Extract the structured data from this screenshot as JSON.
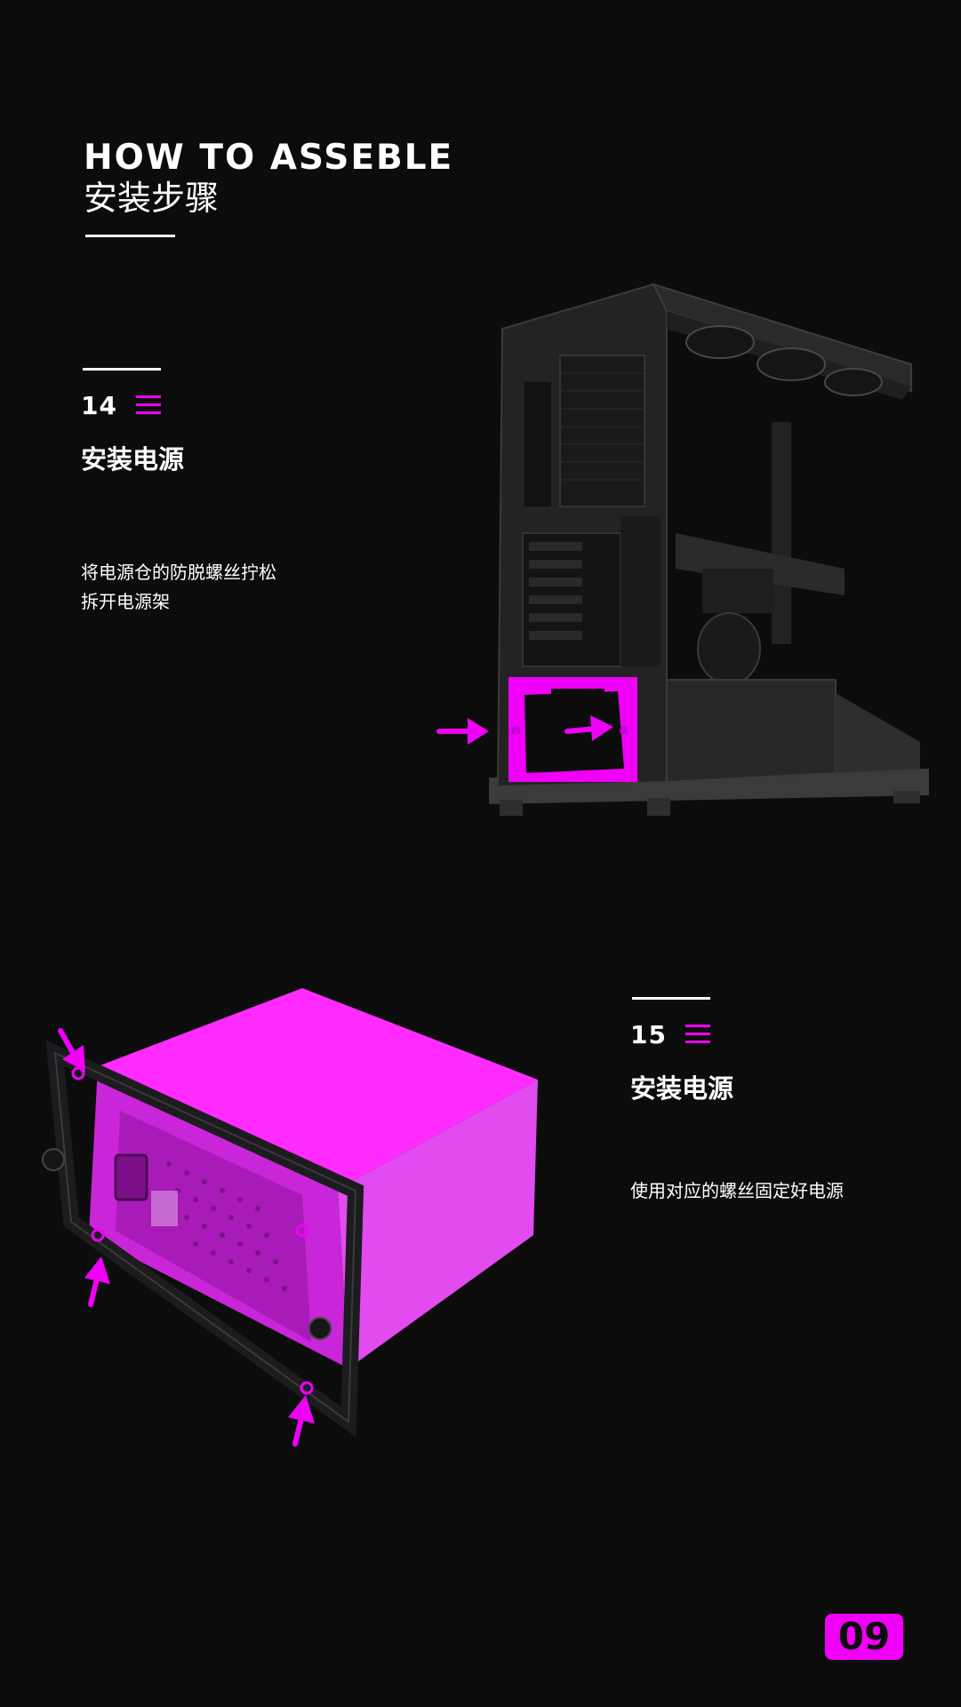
{
  "header": {
    "title_en": "HOW TO ASSEBLE",
    "title_cn": "安装步骤"
  },
  "steps": [
    {
      "number": "14",
      "title": "安装电源",
      "desc_lines": [
        "将电源仓的防脱螺丝拧松",
        "拆开电源架"
      ]
    },
    {
      "number": "15",
      "title": "安装电源",
      "desc_lines": [
        "使用对应的螺丝固定好电源"
      ]
    }
  ],
  "icons": {
    "step_menu": "menu-lines-icon",
    "arrow": "arrow-icon"
  },
  "colors": {
    "background": "#0c0c0d",
    "accent": "#f000f8",
    "text": "#ffffff"
  },
  "page_number": "09"
}
